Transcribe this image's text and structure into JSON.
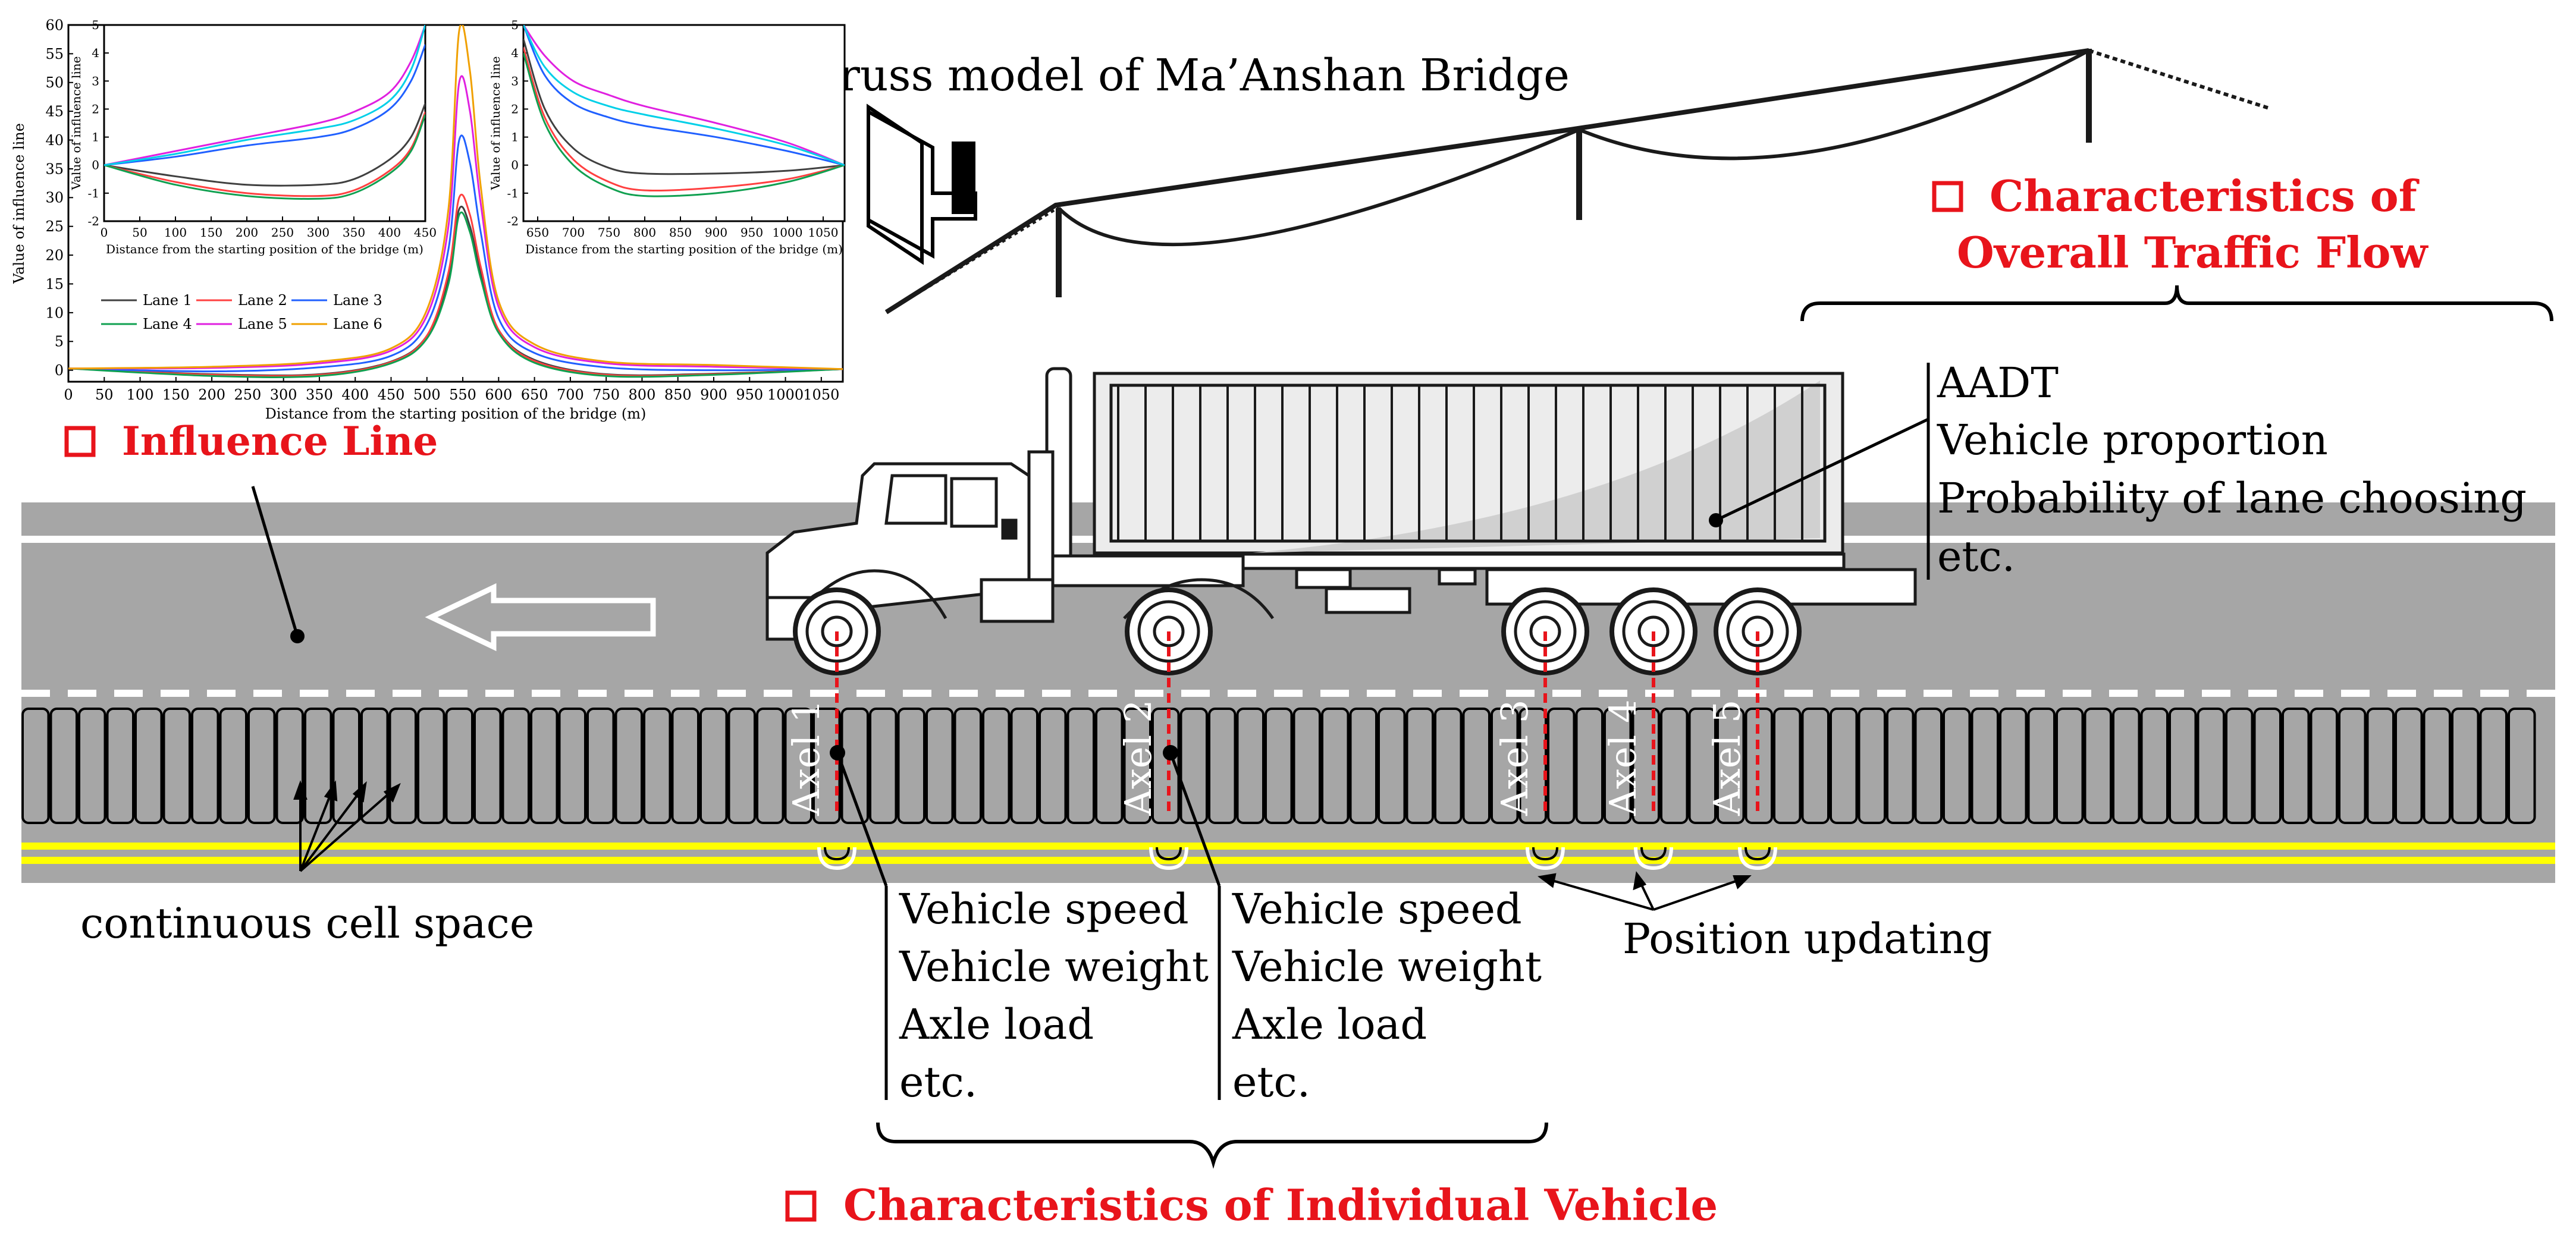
{
  "titles": {
    "truss_model": "Truss model of Ma’Anshan Bridge"
  },
  "headings": {
    "influence_line": "Influence Line",
    "overall_traffic_line1": "Characteristics of",
    "overall_traffic_line2": "Overall Traffic Flow",
    "individual_vehicle": "Characteristics of Individual Vehicle"
  },
  "colors": {
    "heading_red": "#e8141b",
    "road_gray": "#a6a6a6",
    "lane_marking": "#ffffff",
    "center_line_yellow": "#ffff00",
    "axle_line_red": "#e8141b"
  },
  "overall_traffic_items": [
    "AADT",
    "Vehicle proportion",
    "Probability of lane choosing",
    "etc."
  ],
  "vehicle_items_axle1": [
    "Vehicle speed",
    "Vehicle weight",
    "Axle load",
    "etc."
  ],
  "vehicle_items_axle2": [
    "Vehicle speed",
    "Vehicle weight",
    "Axle load",
    "etc."
  ],
  "axle_labels": [
    "Axel 1",
    "Axel 2",
    "Axel 3",
    "Axel 4",
    "Axel 5"
  ],
  "road_labels": {
    "cell_space": "continuous cell space",
    "position_updating": "Position updating"
  },
  "chart_data": [
    {
      "type": "line",
      "panel": "main",
      "xlabel": "Distance from the starting position of the bridge (m)",
      "ylabel": "Value of influence line",
      "xlim": [
        0,
        1080
      ],
      "ylim": [
        -2,
        60
      ],
      "xticks": [
        "0",
        "50",
        "100",
        "150",
        "200",
        "250",
        "300",
        "350",
        "400",
        "450",
        "500",
        "550",
        "600",
        "650",
        "700",
        "750",
        "800",
        "850",
        "900",
        "950",
        "1000",
        "1050"
      ],
      "yticks": [
        "0",
        "5",
        "10",
        "15",
        "20",
        "25",
        "30",
        "35",
        "40",
        "45",
        "50",
        "55",
        "60"
      ],
      "legend": [
        "Lane 1",
        "Lane 2",
        "Lane 3",
        "Lane 4",
        "Lane 5",
        "Lane 6"
      ],
      "series": [
        {
          "name": "Lane 1",
          "color": "#404040",
          "x": [
            0,
            200,
            350,
            450,
            500,
            530,
            545,
            560,
            575,
            600,
            650,
            750,
            900,
            1080
          ],
          "y": [
            0.3,
            -0.7,
            -0.7,
            1.5,
            6,
            16,
            28,
            25,
            17,
            7,
            1.8,
            -0.7,
            -0.6,
            0.2
          ]
        },
        {
          "name": "Lane 2",
          "color": "#ff4040",
          "x": [
            0,
            200,
            350,
            450,
            500,
            530,
            545,
            560,
            575,
            600,
            650,
            750,
            900,
            1080
          ],
          "y": [
            0.3,
            -0.8,
            -0.8,
            1.4,
            6,
            17,
            30,
            27,
            18,
            7,
            1.6,
            -0.8,
            -0.7,
            0.2
          ]
        },
        {
          "name": "Lane 3",
          "color": "#2060ff",
          "x": [
            0,
            200,
            350,
            450,
            500,
            530,
            545,
            560,
            575,
            600,
            650,
            750,
            900,
            1080
          ],
          "y": [
            0.3,
            -0.2,
            0.5,
            2.5,
            8,
            21,
            40,
            36,
            24,
            9,
            3,
            0.5,
            0,
            0.2
          ]
        },
        {
          "name": "Lane 4",
          "color": "#10a050",
          "x": [
            0,
            200,
            350,
            450,
            500,
            530,
            545,
            560,
            575,
            600,
            650,
            750,
            900,
            1080
          ],
          "y": [
            0.3,
            -1.0,
            -1.0,
            1.2,
            5.5,
            15,
            27,
            24,
            16,
            6.5,
            1.3,
            -1.0,
            -0.8,
            0.2
          ]
        },
        {
          "name": "Lane 5",
          "color": "#e020e0",
          "x": [
            0,
            200,
            350,
            450,
            500,
            530,
            545,
            560,
            575,
            600,
            650,
            750,
            900,
            1080
          ],
          "y": [
            0.3,
            0.4,
            1.2,
            3.4,
            9.5,
            25,
            50,
            45,
            29,
            11,
            4,
            1.2,
            0.6,
            0.2
          ]
        },
        {
          "name": "Lane 6",
          "color": "#f0a000",
          "x": [
            0,
            200,
            350,
            450,
            500,
            530,
            545,
            560,
            575,
            600,
            650,
            750,
            900,
            1080
          ],
          "y": [
            0.3,
            0.6,
            1.5,
            3.8,
            10.5,
            28,
            59,
            52,
            32,
            12,
            4.5,
            1.5,
            0.9,
            0.2
          ]
        }
      ]
    },
    {
      "type": "line",
      "panel": "inset-left",
      "xlabel": "Distance from the starting position of the bridge (m)",
      "ylabel": "Value of influence line",
      "xlim": [
        0,
        450
      ],
      "ylim": [
        -2,
        5
      ],
      "xticks": [
        "0",
        "50",
        "100",
        "150",
        "200",
        "250",
        "300",
        "350",
        "400",
        "450"
      ],
      "yticks": [
        "-2",
        "-1",
        "0",
        "1",
        "2",
        "3",
        "4",
        "5"
      ],
      "series": [
        {
          "name": "Lane 1",
          "color": "#404040",
          "x": [
            0,
            100,
            200,
            300,
            350,
            400,
            430,
            450
          ],
          "y": [
            0,
            -0.4,
            -0.7,
            -0.7,
            -0.5,
            0.2,
            1.0,
            2.2
          ]
        },
        {
          "name": "Lane 2",
          "color": "#ff4040",
          "x": [
            0,
            100,
            200,
            300,
            350,
            400,
            430,
            450
          ],
          "y": [
            0,
            -0.6,
            -1.0,
            -1.1,
            -0.9,
            -0.2,
            0.6,
            1.9
          ]
        },
        {
          "name": "Lane 3",
          "color": "#2060ff",
          "x": [
            0,
            100,
            200,
            300,
            350,
            400,
            430,
            450
          ],
          "y": [
            0,
            0.3,
            0.7,
            1.0,
            1.3,
            2.0,
            3.0,
            4.3
          ]
        },
        {
          "name": "Lane 4",
          "color": "#10a050",
          "x": [
            0,
            100,
            200,
            300,
            350,
            400,
            430,
            450
          ],
          "y": [
            0,
            -0.7,
            -1.1,
            -1.2,
            -1.0,
            -0.3,
            0.5,
            1.8
          ]
        },
        {
          "name": "Lane 5",
          "color": "#e020e0",
          "x": [
            0,
            100,
            200,
            300,
            350,
            400,
            430,
            450
          ],
          "y": [
            0,
            0.5,
            1.0,
            1.5,
            1.9,
            2.6,
            3.7,
            5
          ]
        },
        {
          "name": "Lane 6",
          "color": "#00d0e8",
          "x": [
            0,
            100,
            200,
            300,
            350,
            400,
            430,
            450
          ],
          "y": [
            0,
            0.4,
            0.9,
            1.3,
            1.6,
            2.3,
            3.4,
            5
          ]
        }
      ]
    },
    {
      "type": "line",
      "panel": "inset-right",
      "xlabel": "Distance from the starting position of the bridge (m)",
      "ylabel": "Value of influence line",
      "xlim": [
        630,
        1080
      ],
      "ylim": [
        -2,
        5
      ],
      "xticks": [
        "650",
        "700",
        "750",
        "800",
        "850",
        "900",
        "950",
        "1000",
        "1050"
      ],
      "yticks": [
        "-2",
        "-1",
        "0",
        "1",
        "2",
        "3",
        "4",
        "5"
      ],
      "series": [
        {
          "name": "Lane 1",
          "color": "#404040",
          "x": [
            630,
            660,
            700,
            750,
            800,
            900,
            1000,
            1080
          ],
          "y": [
            4.5,
            2.0,
            0.6,
            -0.1,
            -0.3,
            -0.3,
            -0.2,
            0
          ]
        },
        {
          "name": "Lane 2",
          "color": "#ff4040",
          "x": [
            630,
            660,
            700,
            750,
            800,
            900,
            1000,
            1080
          ],
          "y": [
            4.2,
            1.7,
            0.2,
            -0.6,
            -0.9,
            -0.8,
            -0.5,
            0
          ]
        },
        {
          "name": "Lane 3",
          "color": "#2060ff",
          "x": [
            630,
            660,
            700,
            750,
            800,
            900,
            1000,
            1080
          ],
          "y": [
            5,
            3.2,
            2.2,
            1.7,
            1.4,
            1.0,
            0.5,
            0
          ]
        },
        {
          "name": "Lane 4",
          "color": "#10a050",
          "x": [
            630,
            660,
            700,
            750,
            800,
            900,
            1000,
            1080
          ],
          "y": [
            4.0,
            1.5,
            0,
            -0.8,
            -1.1,
            -1.0,
            -0.6,
            0
          ]
        },
        {
          "name": "Lane 5",
          "color": "#e020e0",
          "x": [
            630,
            660,
            700,
            750,
            800,
            900,
            1000,
            1080
          ],
          "y": [
            5,
            3.9,
            3.0,
            2.5,
            2.1,
            1.5,
            0.8,
            0
          ]
        },
        {
          "name": "Lane 6",
          "color": "#00d0e8",
          "x": [
            630,
            660,
            700,
            750,
            800,
            900,
            1000,
            1080
          ],
          "y": [
            5,
            3.5,
            2.6,
            2.1,
            1.8,
            1.3,
            0.7,
            0
          ]
        }
      ]
    }
  ]
}
